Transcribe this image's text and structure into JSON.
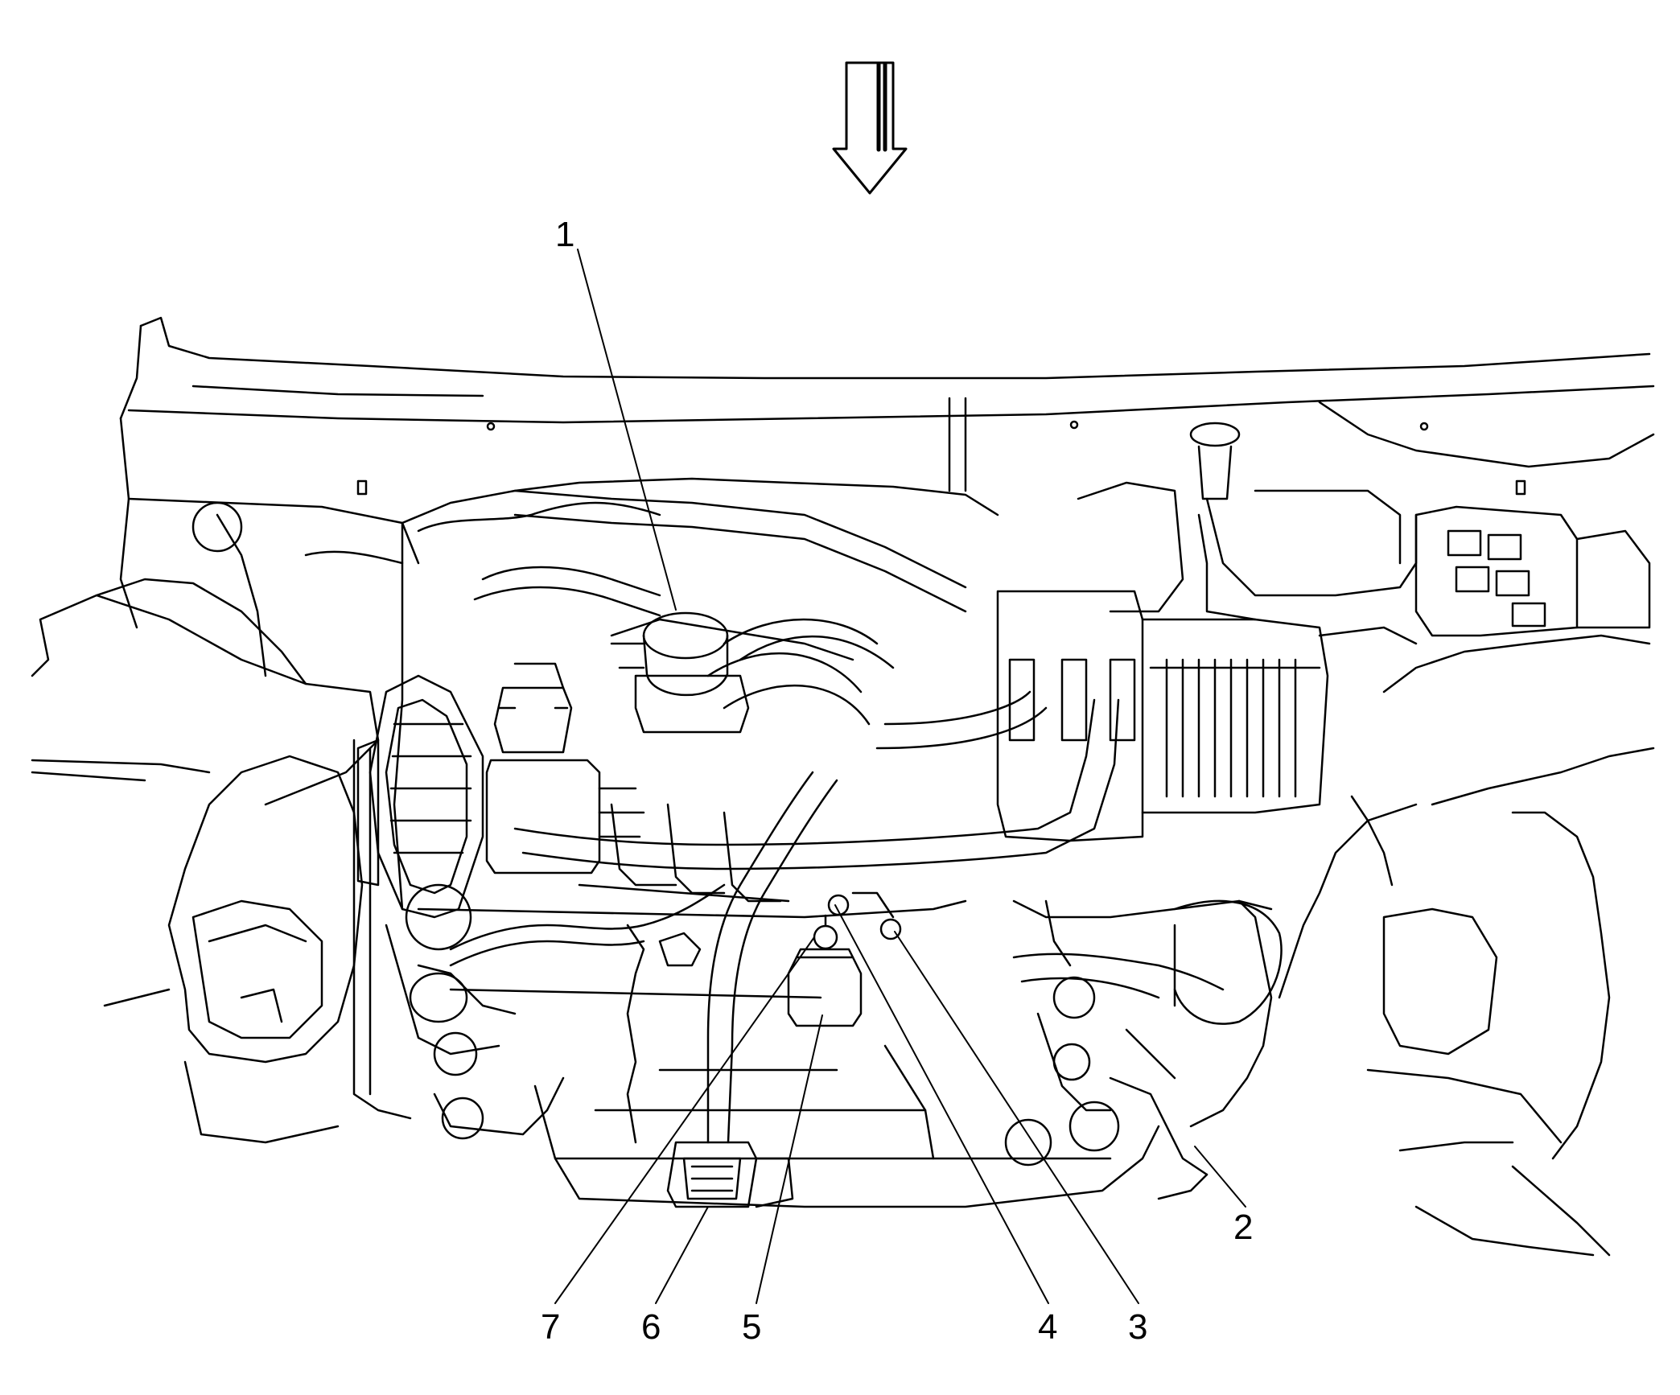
{
  "diagram": {
    "view_arrow": "down-arrow-icon",
    "callouts": [
      {
        "id": "c1",
        "label": "1"
      },
      {
        "id": "c2",
        "label": "2"
      },
      {
        "id": "c3",
        "label": "3"
      },
      {
        "id": "c4",
        "label": "4"
      },
      {
        "id": "c5",
        "label": "5"
      },
      {
        "id": "c6",
        "label": "6"
      },
      {
        "id": "c7",
        "label": "7"
      }
    ],
    "colors": {
      "line": "#000000",
      "background": "#ffffff"
    }
  }
}
